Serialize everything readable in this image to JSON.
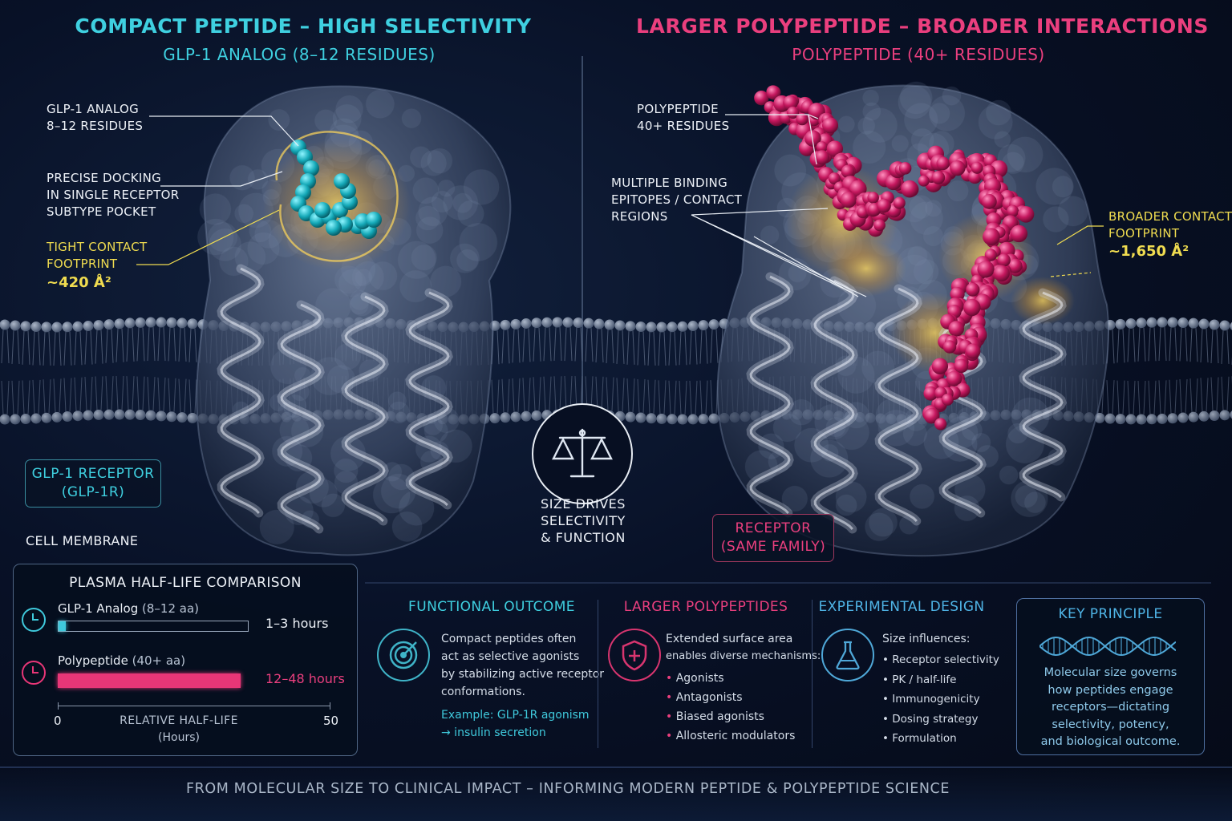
{
  "left": {
    "title": "COMPACT PEPTIDE – HIGH SELECTIVITY",
    "subtitle": "GLP-1 ANALOG (8–12 RESIDUES)",
    "label_analog": [
      "GLP-1 ANALOG",
      "8–12 RESIDUES"
    ],
    "label_docking": [
      "PRECISE DOCKING",
      "IN SINGLE RECEPTOR",
      "SUBTYPE POCKET"
    ],
    "label_contact": [
      "TIGHT CONTACT",
      "FOOTPRINT"
    ],
    "contact_value": "~420 Å²",
    "receptor_box": [
      "GLP-1 RECEPTOR",
      "(GLP-1R)"
    ],
    "membrane_label": "CELL MEMBRANE"
  },
  "right": {
    "title": "LARGER POLYPEPTIDE – BROADER INTERACTIONS",
    "subtitle": "POLYPEPTIDE (40+ RESIDUES)",
    "label_poly": [
      "POLYPEPTIDE",
      "40+ RESIDUES"
    ],
    "label_multi": [
      "MULTIPLE BINDING",
      "EPITOPES / CONTACT",
      "REGIONS"
    ],
    "label_contact": [
      "BROADER CONTACT",
      "FOOTPRINT"
    ],
    "contact_value": "~1,650 Å²",
    "receptor_box": [
      "RECEPTOR",
      "(SAME FAMILY)"
    ]
  },
  "center": {
    "icon": "balance-scale-icon",
    "text": [
      "SIZE DRIVES",
      "SELECTIVITY",
      "& FUNCTION"
    ]
  },
  "halflife": {
    "title": "PLASMA HALF-LIFE COMPARISON",
    "rows": [
      {
        "name": "GLP-1 Analog",
        "detail": "(8–12 aa)",
        "value": "1–3 hours",
        "hours": 2,
        "color": "#3fc9dc"
      },
      {
        "name": "Polypeptide",
        "detail": "(40+ aa)",
        "value": "12–48 hours",
        "hours": 48,
        "color": "#e83677"
      }
    ],
    "axis_min": "0",
    "axis_max": "50",
    "axis_max_value": 50,
    "axis_label": "RELATIVE HALF-LIFE",
    "axis_unit": "(Hours)"
  },
  "functional": {
    "title": "FUNCTIONAL OUTCOME",
    "icon": "target-icon",
    "lines": [
      "Compact peptides often",
      "act as selective agonists",
      "by stabilizing active receptor",
      "conformations."
    ],
    "example": [
      "Example: GLP-1R agonism",
      "→ insulin secretion"
    ]
  },
  "larger": {
    "title": "LARGER POLYPEPTIDES",
    "icon": "shield-plus-icon",
    "lines": [
      "Extended surface area",
      "enables diverse mechanisms:"
    ],
    "bullets": [
      "Agonists",
      "Antagonists",
      "Biased agonists",
      "Allosteric modulators"
    ]
  },
  "experimental": {
    "title": "EXPERIMENTAL DESIGN",
    "icon": "flask-icon",
    "lines": [
      "Size influences:"
    ],
    "bullets": [
      "Receptor selectivity",
      "PK / half-life",
      "Immunogenicity",
      "Dosing strategy",
      "Formulation"
    ]
  },
  "principle": {
    "title": "KEY PRINCIPLE",
    "icon": "dna-icon",
    "lines": [
      "Molecular size governs",
      "how peptides engage",
      "receptors—dictating",
      "selectivity, potency,",
      "and biological outcome."
    ]
  },
  "footer": "FROM MOLECULAR SIZE TO CLINICAL IMPACT – INFORMING MODERN PEPTIDE & POLYPEPTIDE SCIENCE",
  "colors": {
    "cyan": "#3fd0e0",
    "magenta": "#e0216f",
    "yellow": "#f0dc50",
    "receptor": "#4a5a78"
  }
}
